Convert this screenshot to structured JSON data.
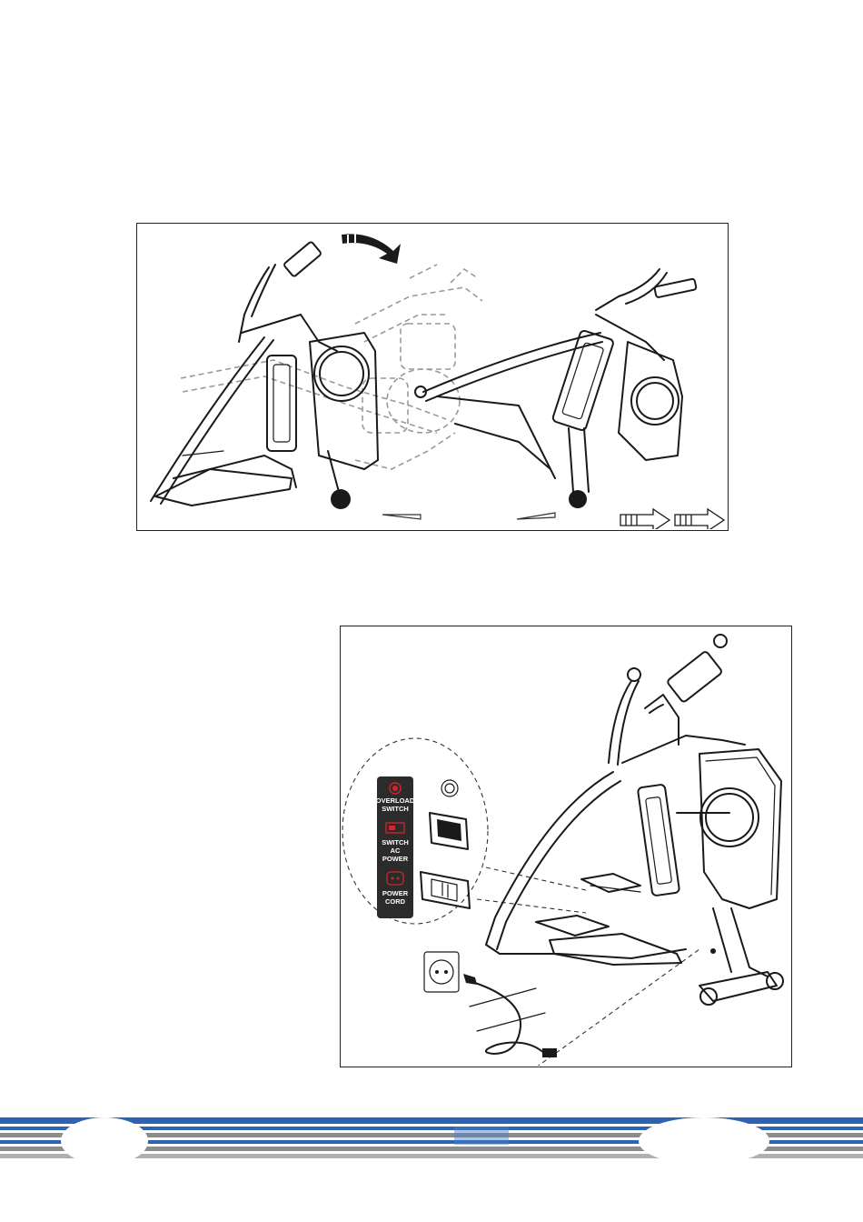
{
  "power_panel": {
    "overload_label_1": "OVERLOAD",
    "overload_label_2": "SWITCH",
    "switch_label_1": "SWITCH",
    "switch_label_2": "AC",
    "switch_label_3": "POWER",
    "cord_label_1": "POWER",
    "cord_label_2": "CORD"
  },
  "colors": {
    "footer_blue": "#2c64b4",
    "footer_grey": "#8c8c8c",
    "panel_dark": "#2b2b2b",
    "panel_red": "#d0262b"
  },
  "icons": [
    "rotate-arrow-icon",
    "move-arrow-icon",
    "overload-switch-icon",
    "power-switch-icon",
    "power-cord-socket-icon",
    "wall-outlet-icon"
  ]
}
